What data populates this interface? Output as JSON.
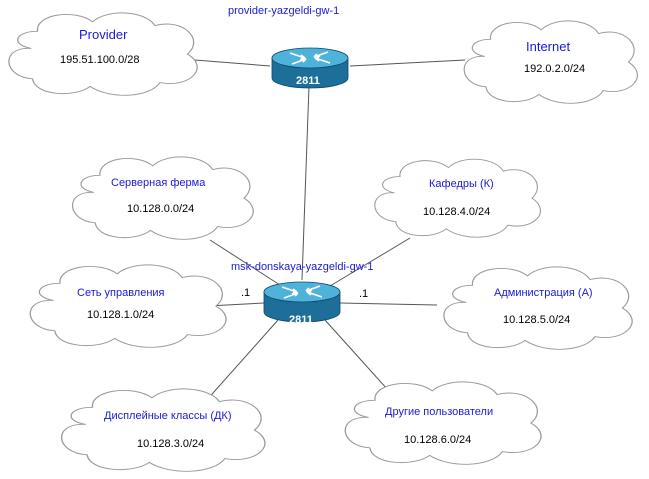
{
  "routers": {
    "top": {
      "hostname": "provider-yazgeldi-gw-1",
      "model": "2811"
    },
    "center": {
      "hostname": "msk-donskaya-yazgeldi-gw-1",
      "model": "2811",
      "left_iface_label": ".1",
      "right_iface_label": ".1"
    }
  },
  "clouds": {
    "provider": {
      "name": "Provider",
      "subnet": "195.51.100.0/28"
    },
    "internet": {
      "name": "Internet",
      "subnet": "192.0.2.0/24"
    },
    "server_farm": {
      "name": "Серверная ферма",
      "subnet": "10.128.0.0/24"
    },
    "departments": {
      "name": "Кафедры (К)",
      "subnet": "10.128.4.0/24"
    },
    "management": {
      "name": "Сеть управления",
      "subnet": "10.128.1.0/24"
    },
    "administration": {
      "name": "Администрация (А)",
      "subnet": "10.128.5.0/24"
    },
    "display_classes": {
      "name": "Дисплейные классы (ДК)",
      "subnet": "10.128.3.0/24"
    },
    "other_users": {
      "name": "Другие пользователи",
      "subnet": "10.128.6.0/24"
    }
  },
  "colors": {
    "label_blue": "#1a1ad6",
    "router_top": "#4fb3d9",
    "router_side": "#1e6e9a"
  },
  "icons": {
    "router": "router-icon",
    "cloud": "cloud-icon"
  }
}
